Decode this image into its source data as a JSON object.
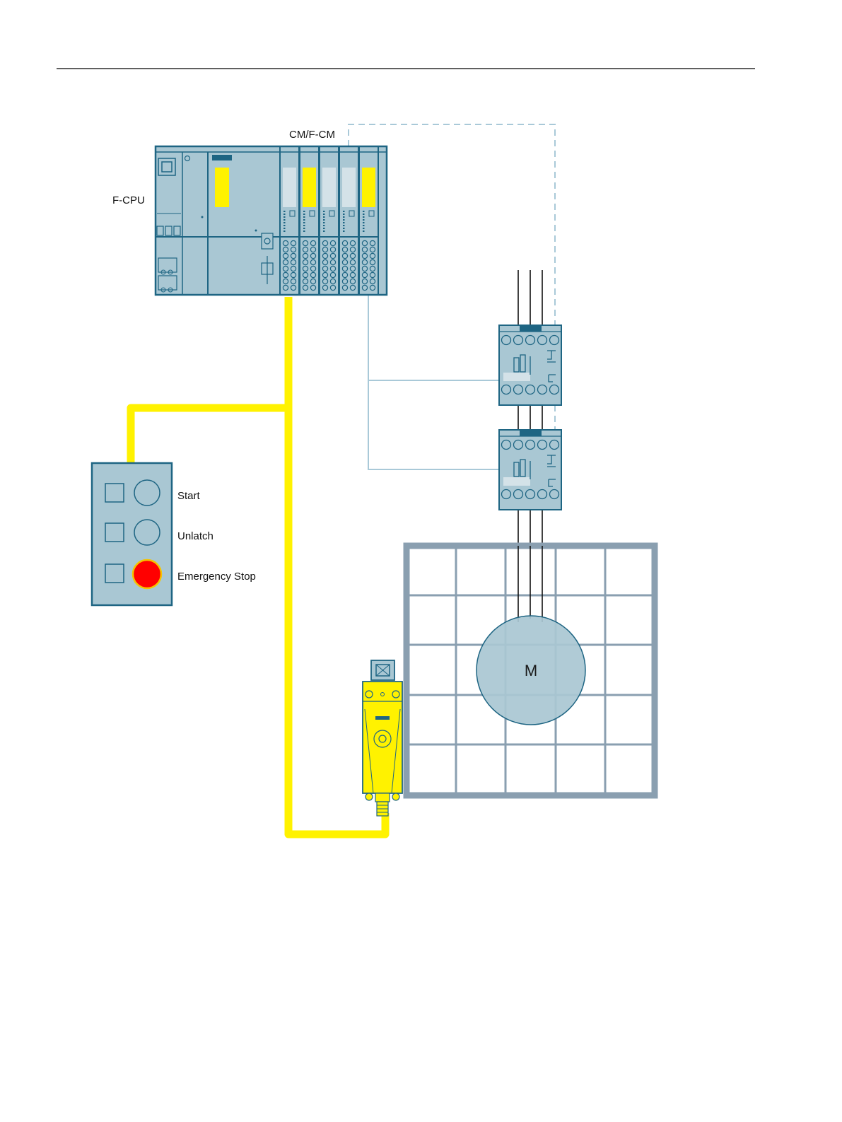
{
  "labels": {
    "cpu": "F-CPU",
    "cm": "CM/F-CM",
    "start": "Start",
    "unlatch": "Unlatch",
    "estop": "Emergency Stop",
    "motor": "M"
  },
  "colors": {
    "module_fill": "#a9c7d3",
    "module_stroke": "#1e6583",
    "safety_yellow": "#fff200",
    "signal_line": "#a9c9d8",
    "estop_red": "#ff0000",
    "fence": "#8a9fb0",
    "motor_fill": "#a9c7d3"
  }
}
